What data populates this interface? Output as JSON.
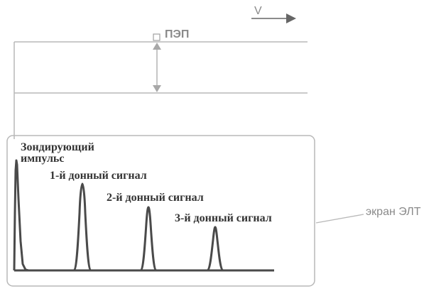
{
  "velocity": {
    "label": "V"
  },
  "transducer": {
    "label": "ПЭП"
  },
  "screen": {
    "label": "экран ЭЛТ"
  },
  "signals": {
    "probe_pulse_line1": "Зондирующий",
    "probe_pulse_line2": "импульс",
    "echo1": "1-й донный сигнал",
    "echo2": "2-й донный сигнал",
    "echo3": "3-й донный сигнал"
  },
  "colors": {
    "gray_line": "#b8b8b8",
    "trace": "#4a4a4a",
    "arrow": "#666666"
  }
}
